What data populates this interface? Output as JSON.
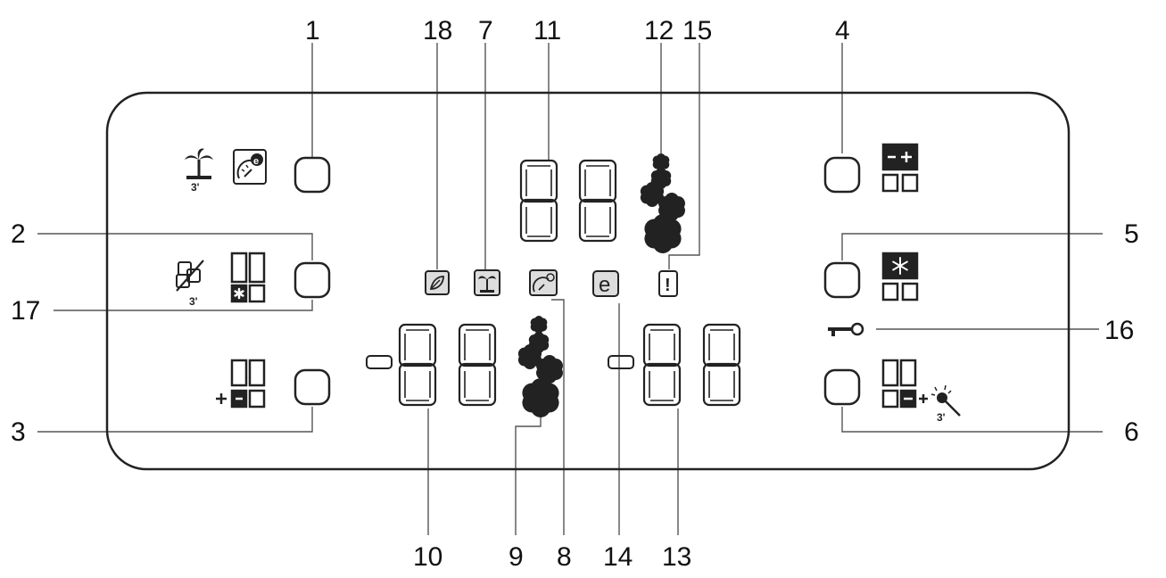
{
  "callouts": {
    "c1": "1",
    "c2": "2",
    "c3": "3",
    "c4": "4",
    "c5": "5",
    "c6": "6",
    "c7": "7",
    "c8": "8",
    "c9": "9",
    "c10": "10",
    "c11": "11",
    "c12": "12",
    "c13": "13",
    "c14": "14",
    "c15": "15",
    "c16": "16",
    "c17": "17",
    "c18": "18"
  },
  "icon_labels": {
    "holiday_duration": "3'",
    "icemaker_duration": "3'",
    "supercool_duration": "3'",
    "eco_letter": "e",
    "alarm_mark": "!"
  },
  "icons": {
    "holiday": "palm-tree-icon",
    "eco": "eco-gauge-icon",
    "icemaker": "ice-cube-icon",
    "fridge_off": "fridge-off-icon",
    "compartment_temp_minus": "compartment-minus-icon",
    "fridge_temp_adjust": "minus-plus-compartment-icon",
    "freezer_select": "snowflake-compartment-icon",
    "child_lock": "key-icon",
    "supercool": "supercool-sparkle-icon",
    "snowflake_levels": "snowflake-icon"
  }
}
